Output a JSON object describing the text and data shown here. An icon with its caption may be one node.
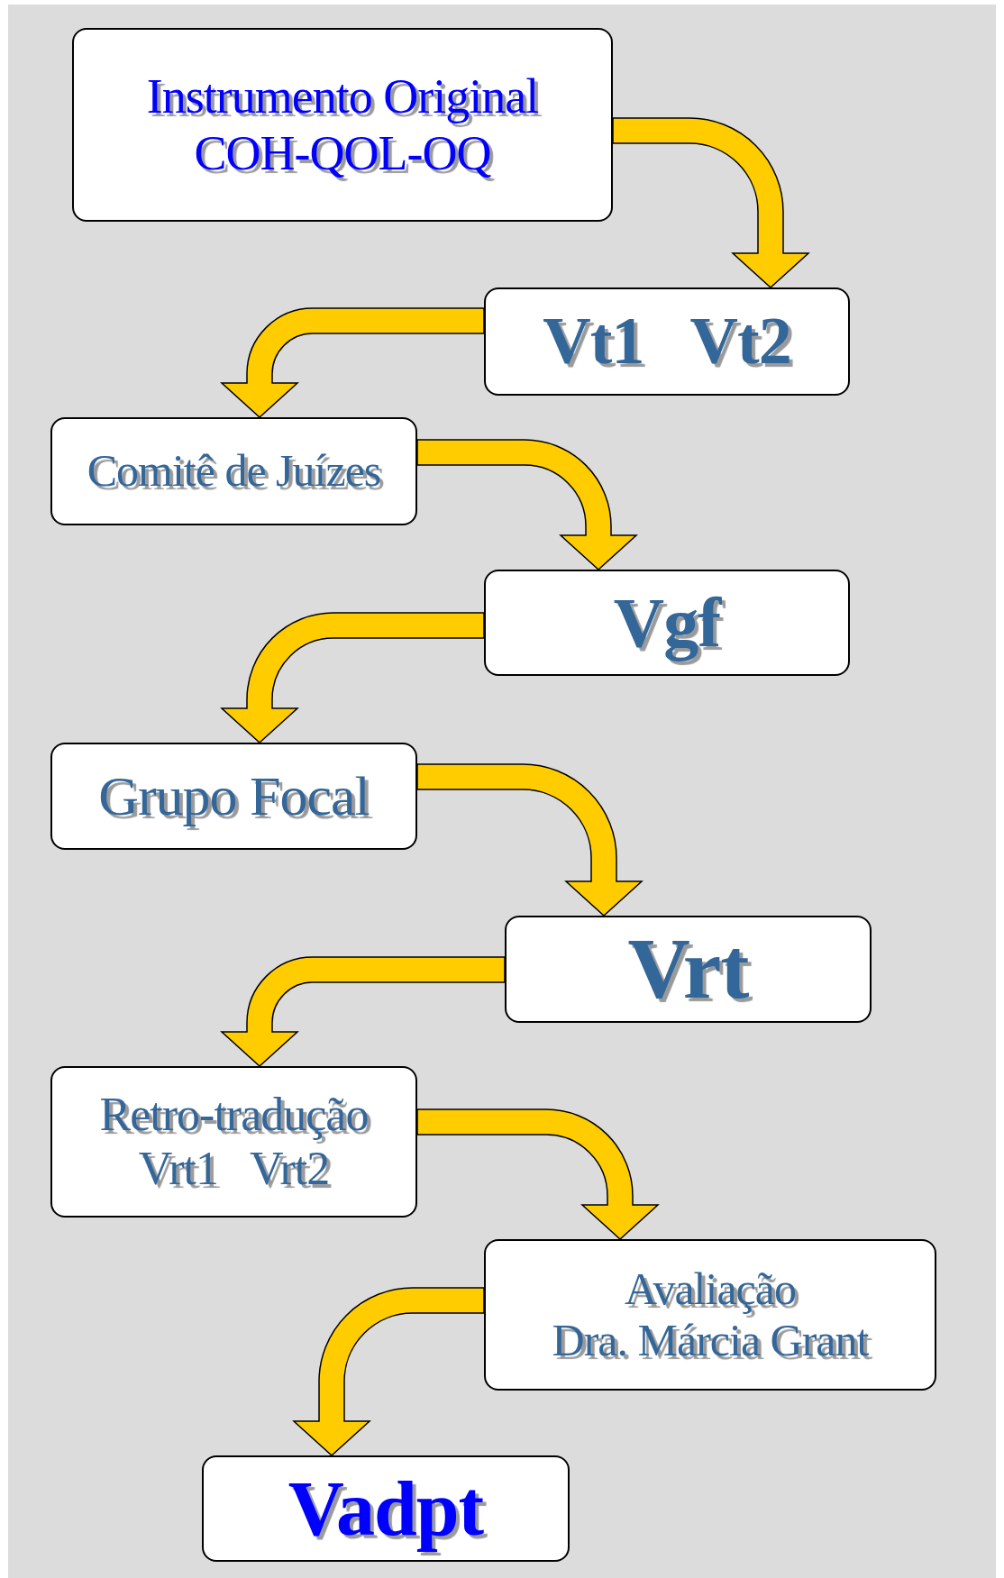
{
  "diagram": {
    "nodes": [
      {
        "text": [
          "Instrumento Original",
          "COH-QOL-OQ"
        ]
      },
      {
        "text": [
          "Vt1   Vt2"
        ]
      },
      {
        "text": [
          "Comitê de Juízes"
        ]
      },
      {
        "text": [
          "Vgf"
        ]
      },
      {
        "text": [
          "Grupo Focal"
        ]
      },
      {
        "text": [
          "Vrt"
        ]
      },
      {
        "text": [
          "Retro-tradução",
          "Vrt1   Vrt2"
        ]
      },
      {
        "text": [
          "Avaliação",
          "Dra. Márcia Grant"
        ]
      },
      {
        "text": [
          "Vadpt"
        ]
      }
    ],
    "edges": [
      {
        "from": 0,
        "to": 1,
        "arrow": "to"
      },
      {
        "from": 1,
        "to": 2,
        "arrow": "to"
      },
      {
        "from": 2,
        "to": 3,
        "arrow": "to"
      },
      {
        "from": 3,
        "to": 4,
        "arrow": "to"
      },
      {
        "from": 4,
        "to": 5,
        "arrow": "to"
      },
      {
        "from": 5,
        "to": 6,
        "arrow": "to"
      },
      {
        "from": 6,
        "to": 7,
        "arrow": "to"
      },
      {
        "from": 7,
        "to": 8,
        "arrow": "to"
      }
    ]
  }
}
